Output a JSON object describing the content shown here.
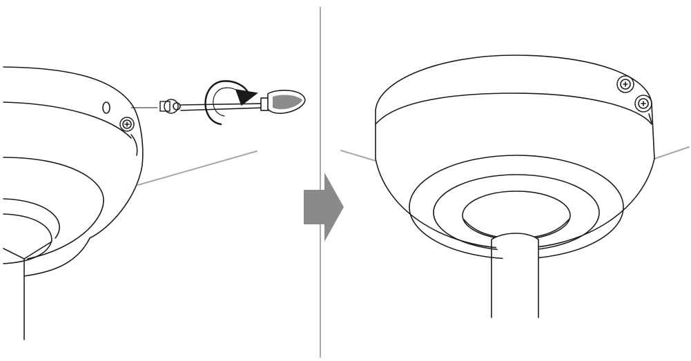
{
  "diagram": {
    "panels": [
      {
        "id": "before",
        "caption": "",
        "step": "insert-screw-with-screwdriver"
      },
      {
        "id": "after",
        "caption": "",
        "step": "screws-installed"
      }
    ],
    "arrow": {
      "direction": "right"
    },
    "rotation_indicator": {
      "direction": "clockwise"
    },
    "colors": {
      "line": "#1a1a1a",
      "divider": "#a6a6a6",
      "arrow": "#8a8a8a",
      "ceiling_line": "#a6a6a6",
      "screwdriver_handle": "#8c8c8c",
      "background": "#ffffff"
    },
    "icons": [
      "screw-icon",
      "screwdriver-icon",
      "rotate-clockwise-icon",
      "next-step-arrow-icon"
    ]
  }
}
